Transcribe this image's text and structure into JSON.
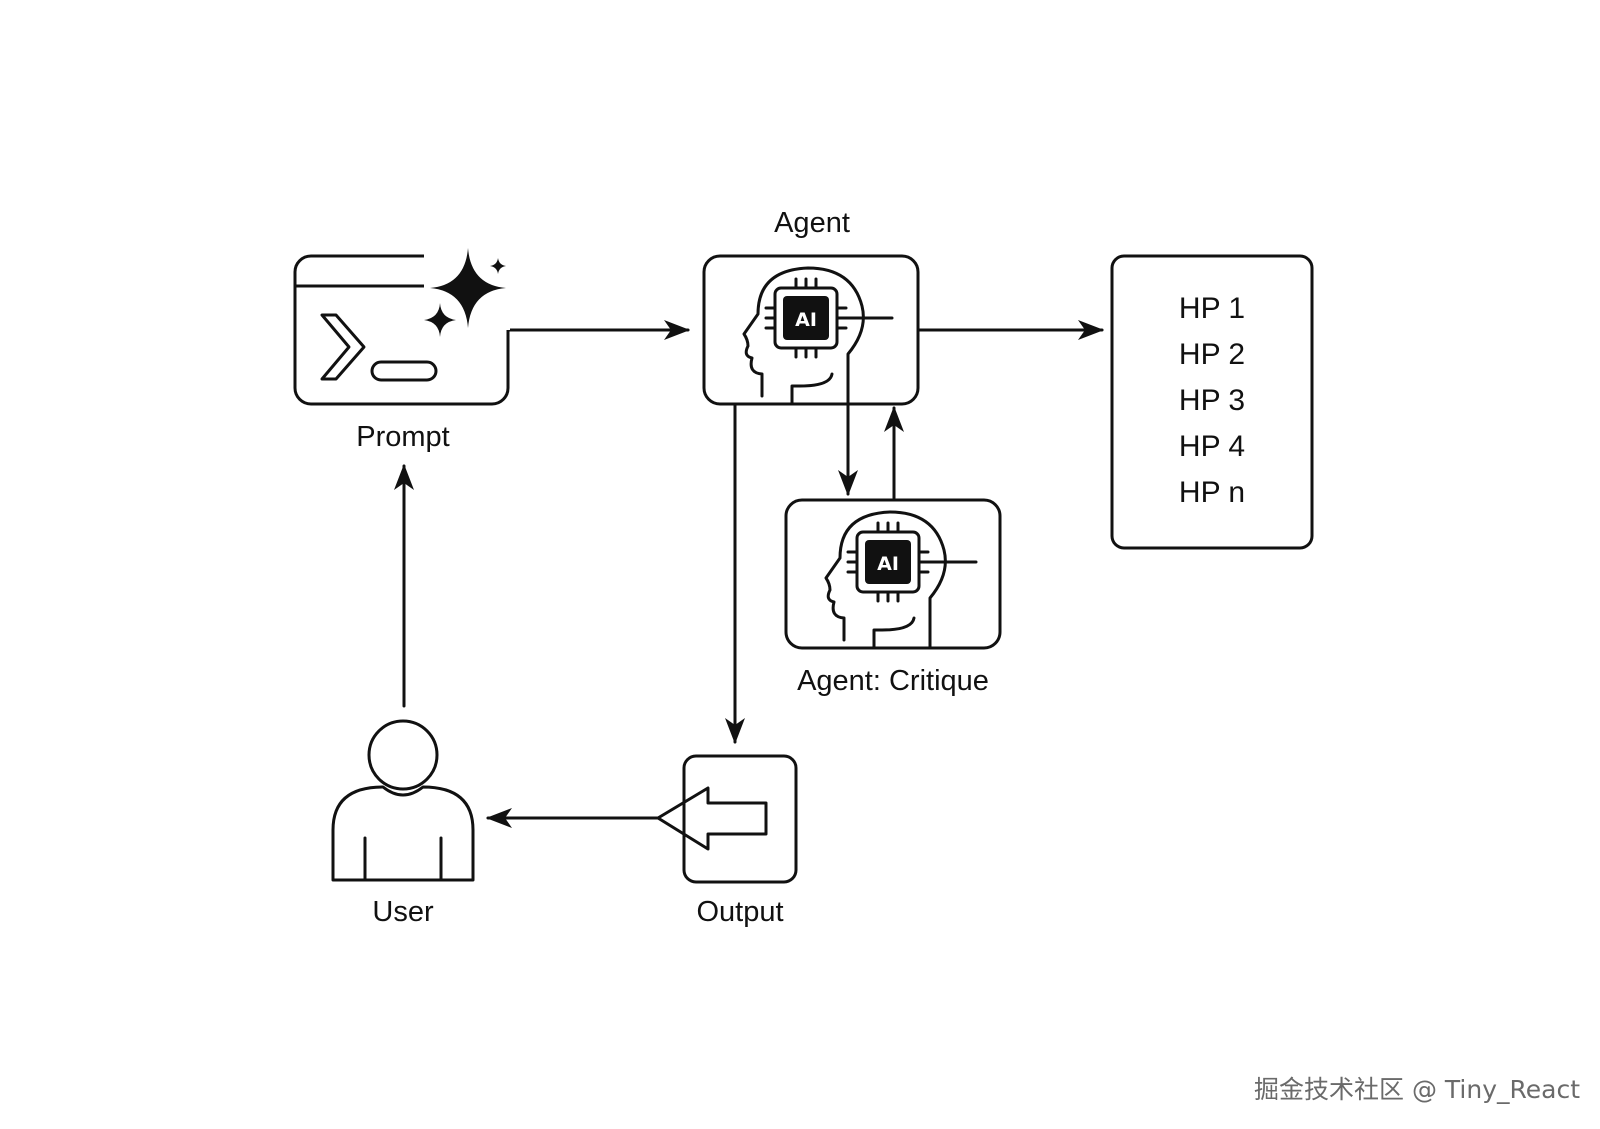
{
  "nodes": {
    "prompt": {
      "label": "Prompt"
    },
    "agent": {
      "label": "Agent",
      "chip_text": "AI"
    },
    "critique": {
      "label": "Agent: Critique",
      "chip_text": "AI"
    },
    "hp_list": {
      "items": [
        "HP 1",
        "HP 2",
        "HP 3",
        "HP 4",
        "HP n"
      ]
    },
    "output": {
      "label": "Output"
    },
    "user": {
      "label": "User"
    }
  },
  "edges": [
    {
      "from": "prompt",
      "to": "agent"
    },
    {
      "from": "agent",
      "to": "hp_list"
    },
    {
      "from": "agent",
      "to": "critique"
    },
    {
      "from": "critique",
      "to": "agent"
    },
    {
      "from": "agent",
      "to": "output"
    },
    {
      "from": "output",
      "to": "user"
    },
    {
      "from": "user",
      "to": "prompt"
    }
  ],
  "watermark": "掘金技术社区 @ Tiny_React",
  "colors": {
    "stroke": "#111111",
    "background": "#ffffff",
    "watermark": "#6a6a6a"
  }
}
